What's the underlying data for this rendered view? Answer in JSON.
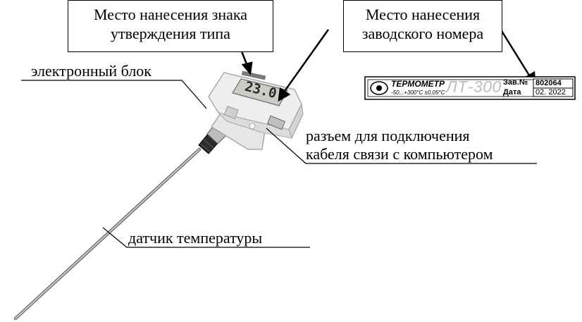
{
  "callouts": {
    "type_approval": {
      "line1": "Место нанесения знака",
      "line2": "утверждения типа"
    },
    "serial_number": {
      "line1": "Место нанесения",
      "line2": "заводского номера"
    }
  },
  "labels": {
    "electronic_unit": "электронный блок",
    "connector_line1": "разъем для подключения",
    "connector_line2": "кабеля связи с компьютером",
    "temperature_sensor": "датчик температуры"
  },
  "device_display": {
    "reading": "23.0"
  },
  "nameplate": {
    "name": "ТЕРМОМЕТР",
    "model": "ЛТ-300",
    "range": "-50...+300°C  ±0.05°C",
    "serial_label": "Зав.№",
    "serial_value": "802064",
    "date_label": "Дата",
    "date_value": "02. 2022"
  },
  "colors": {
    "housing": "#eeeeee",
    "housing_shade": "#d4d4d4",
    "lcd": "#c9cdc6",
    "probe": "#9a9a9a",
    "text": "#000000",
    "model_text": "#bdbdbd"
  }
}
